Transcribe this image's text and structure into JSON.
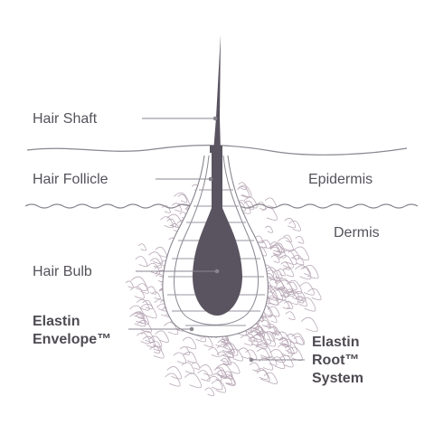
{
  "labels": {
    "hair_shaft": "Hair Shaft",
    "hair_follicle": "Hair Follicle",
    "epidermis": "Epidermis",
    "dermis": "Dermis",
    "hair_bulb": "Hair Bulb",
    "elastin_envelope": "Elastin\nEnvelope™",
    "elastin_root_system": "Elastin\nRoot™\nSystem"
  },
  "colors": {
    "line": "#8a8690",
    "hair": "#5a5360",
    "texture": "#b8a8b6",
    "text": "#55525a"
  }
}
